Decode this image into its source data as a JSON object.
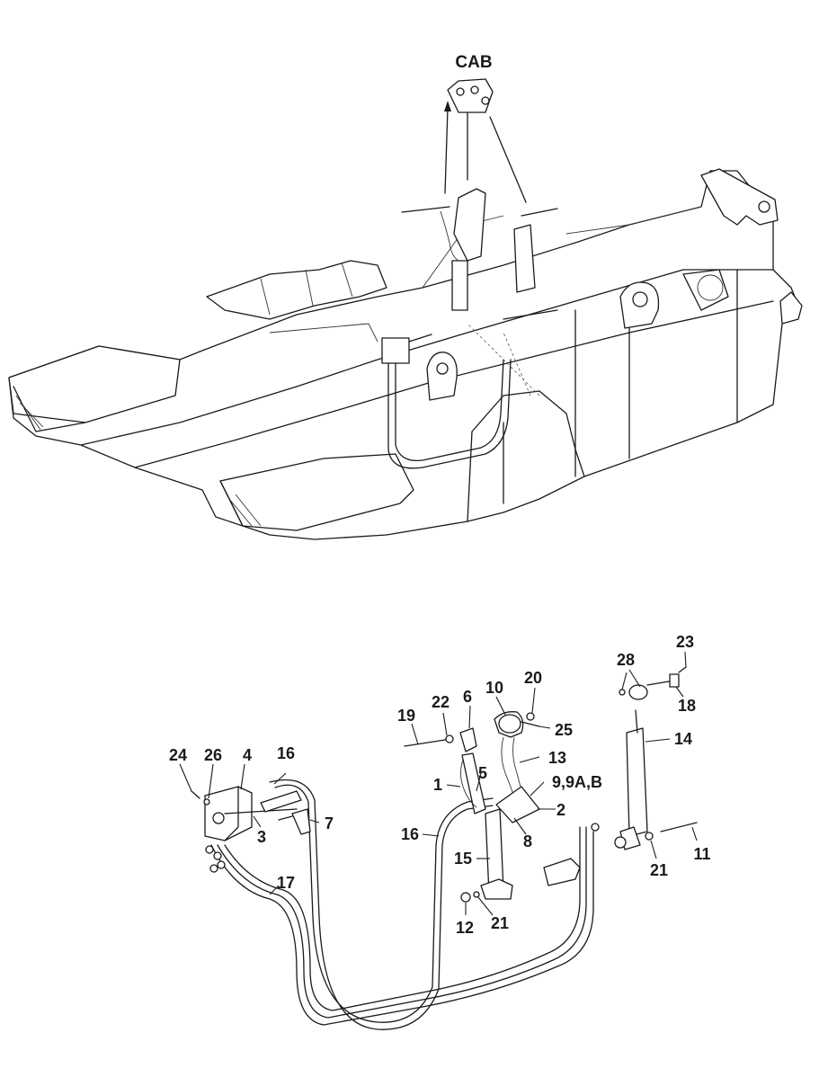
{
  "figure": {
    "cab_label": "CAB",
    "callouts": {
      "c24": "24",
      "c26": "26",
      "c4": "4",
      "c16a": "16",
      "c3": "3",
      "c7": "7",
      "c16b": "16",
      "c17": "17",
      "c19": "19",
      "c22": "22",
      "c6": "6",
      "c10": "10",
      "c20": "20",
      "c25": "25",
      "c13": "13",
      "c1": "1",
      "c5": "5",
      "c9": "9,9A,B",
      "c2": "2",
      "c8": "8",
      "c15": "15",
      "c12": "12",
      "c21a": "21",
      "c28": "28",
      "c23": "23",
      "c18": "18",
      "c14": "14",
      "c11": "11",
      "c21b": "21"
    }
  }
}
